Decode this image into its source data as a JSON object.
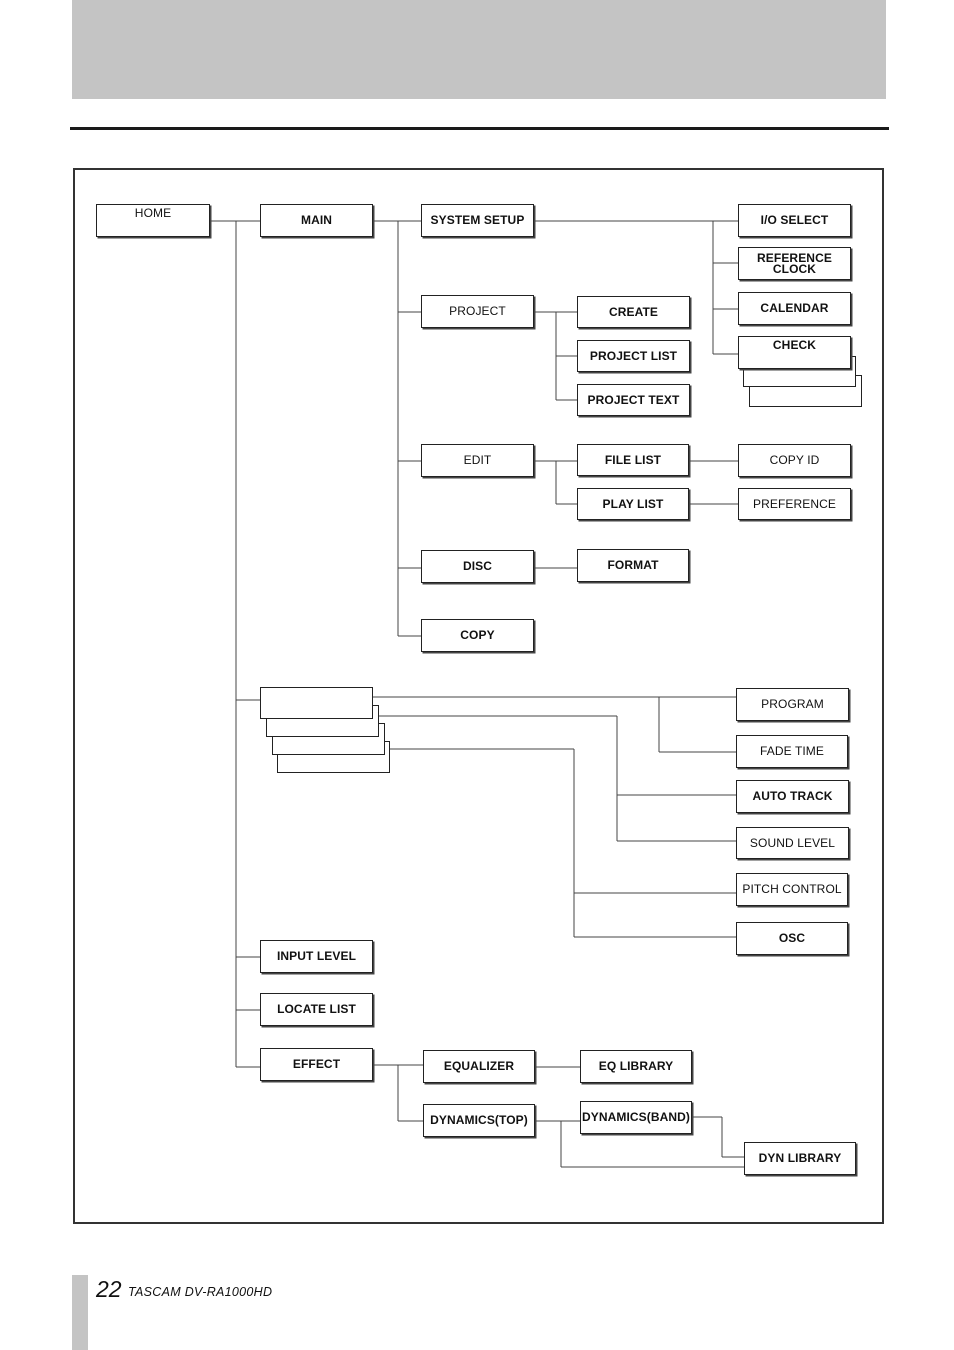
{
  "footer": {
    "page_number": "22",
    "model": "TASCAM  DV-RA1000HD"
  },
  "nodes": {
    "home": "HOME",
    "main": "MAIN",
    "system_setup": "SYSTEM SETUP",
    "io_select": "I/O SELECT",
    "reference_clock": "REFERENCE\nCLOCK",
    "calendar": "CALENDAR",
    "check": "CHECK",
    "project": "PROJECT",
    "create": "CREATE",
    "project_list": "PROJECT LIST",
    "project_text": "PROJECT TEXT",
    "edit": "EDIT",
    "file_list": "FILE LIST",
    "copy_id": "COPY ID",
    "play_list": "PLAY LIST",
    "preference": "PREFERENCE",
    "disc": "DISC",
    "format": "FORMAT",
    "copy": "COPY",
    "program": "PROGRAM",
    "fade_time": "FADE TIME",
    "auto_track": "AUTO TRACK",
    "sound_level": "SOUND LEVEL",
    "pitch_control": "PITCH CONTROL",
    "osc": "OSC",
    "input_level": "INPUT LEVEL",
    "locate_list": "LOCATE LIST",
    "effect": "EFFECT",
    "equalizer": "EQUALIZER",
    "eq_library": "EQ LIBRARY",
    "dynamics_top": "DYNAMICS(TOP)",
    "dynamics_band": "DYNAMICS(BAND)",
    "dyn_library": "DYN LIBRARY"
  }
}
